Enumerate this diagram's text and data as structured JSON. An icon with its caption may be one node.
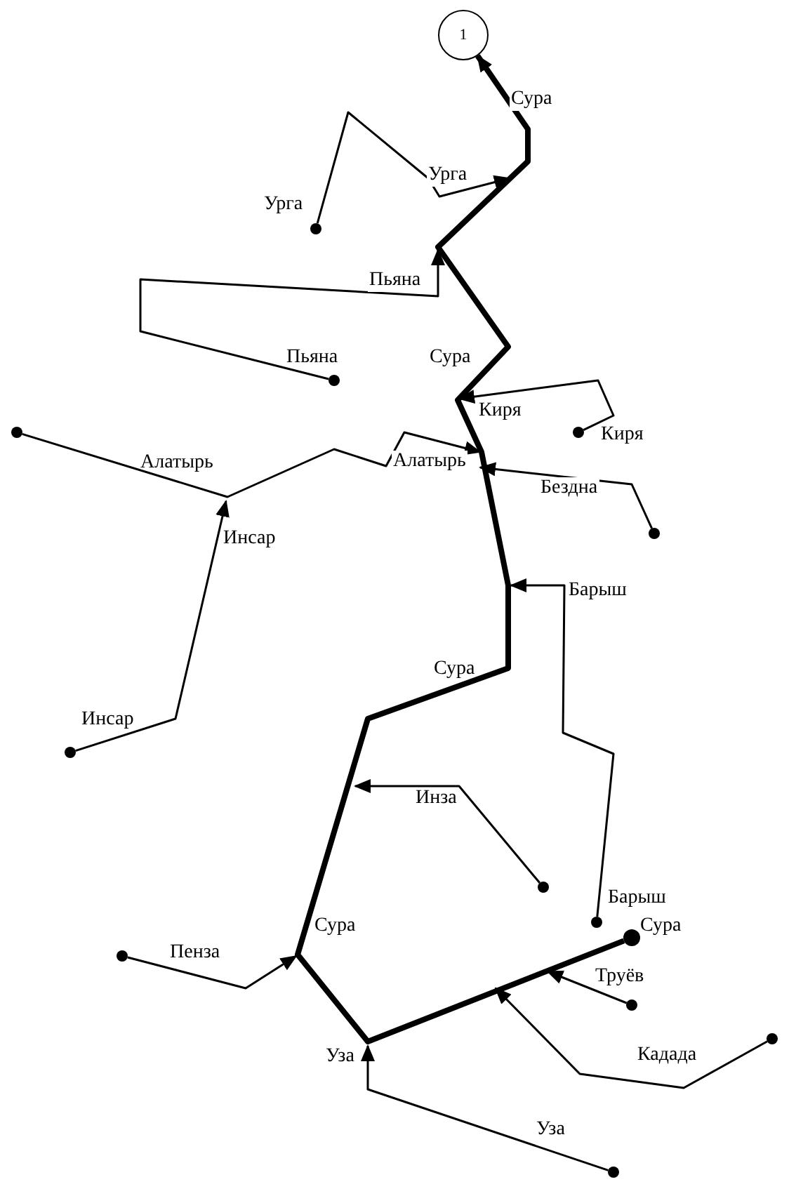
{
  "diagram": {
    "nodes": [
      {
        "text": [
          "1"
        ]
      },
      {
        "text": [],
        "shape": "circle"
      },
      {
        "text": [],
        "shape": "circle"
      },
      {
        "text": [],
        "shape": "circle"
      },
      {
        "text": [],
        "shape": "circle"
      },
      {
        "text": [],
        "shape": "circle"
      },
      {
        "text": [],
        "shape": "circle"
      },
      {
        "text": [],
        "shape": "circle"
      },
      {
        "text": [],
        "shape": "circle"
      },
      {
        "text": [],
        "shape": "circle"
      },
      {
        "text": [],
        "shape": "circle"
      },
      {
        "text": [],
        "shape": "circle"
      },
      {
        "text": [],
        "shape": "circle"
      },
      {
        "text": [],
        "shape": "circle"
      }
    ],
    "edges": [
      {
        "from": 9,
        "to": 0,
        "arrow": "to",
        "label": "Сура",
        "style": "thick"
      },
      {
        "from": 1,
        "to": null,
        "arrow": "to",
        "label": "Урга"
      },
      {
        "from": 2,
        "to": null,
        "arrow": "to",
        "label": "Пьяна"
      },
      {
        "from": 4,
        "to": null,
        "arrow": "to",
        "label": "Киря"
      },
      {
        "from": 3,
        "to": null,
        "arrow": "to",
        "label": "Алатырь"
      },
      {
        "from": 5,
        "to": null,
        "arrow": "to",
        "label": "Бездна"
      },
      {
        "from": 8,
        "to": null,
        "arrow": "to",
        "label": "Барыш"
      },
      {
        "from": 6,
        "to": null,
        "arrow": "to",
        "label": "Инсар"
      },
      {
        "from": 7,
        "to": null,
        "arrow": "to",
        "label": "Инза"
      },
      {
        "from": 10,
        "to": null,
        "arrow": "to",
        "label": "Пенза"
      },
      {
        "from": 11,
        "to": null,
        "arrow": "to",
        "label": "Труёв"
      },
      {
        "from": 12,
        "to": null,
        "arrow": "to",
        "label": "Кадада"
      },
      {
        "from": 13,
        "to": null,
        "arrow": "to",
        "label": "Уза"
      }
    ],
    "labels": [
      "Урга",
      "Пьяна",
      "Сура",
      "Киря",
      "Алатырь",
      "Сура",
      "Инсар",
      "Барыш",
      "Сура",
      "Сура",
      "Уза"
    ]
  }
}
